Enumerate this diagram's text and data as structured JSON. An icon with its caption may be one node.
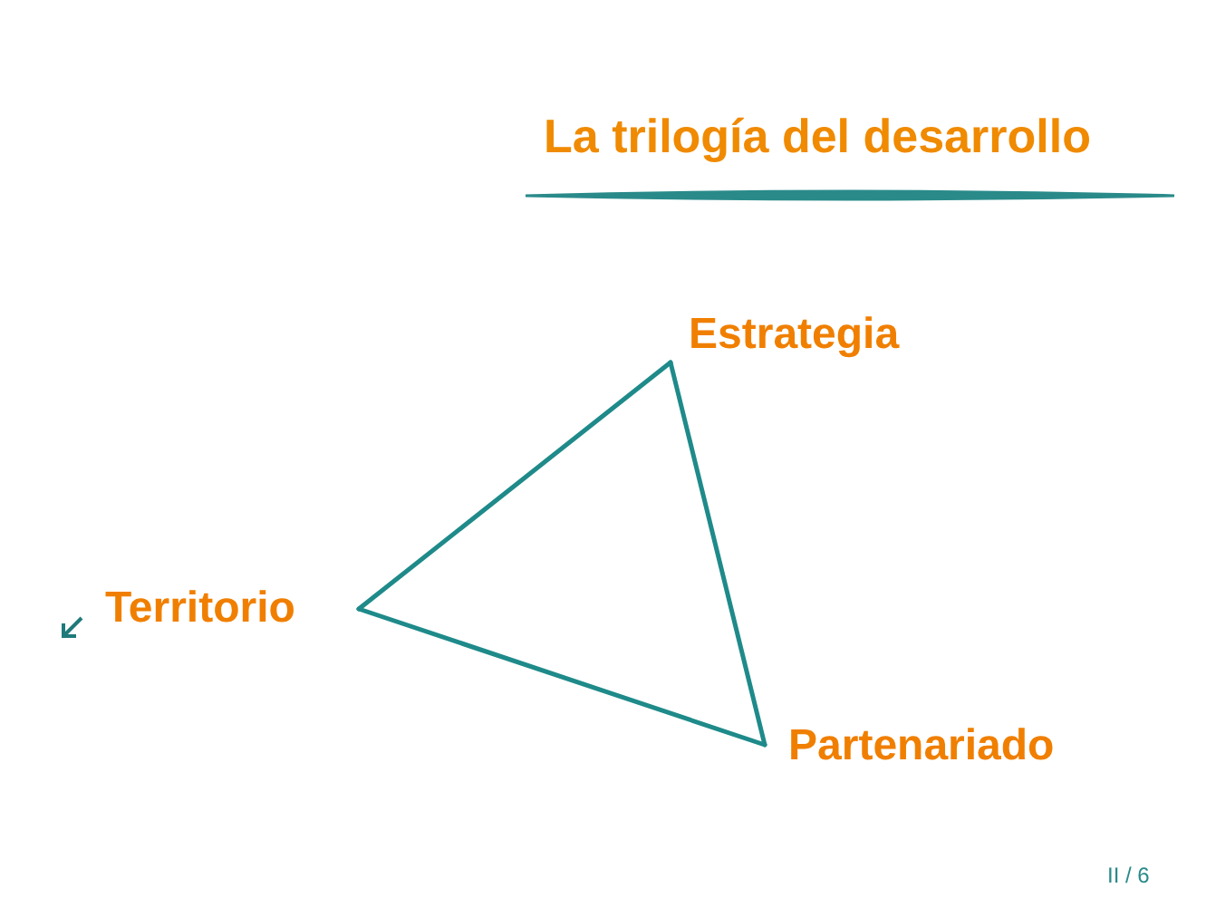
{
  "diagram": {
    "title": "La trilogía del desarrollo",
    "nodes": [
      {
        "text": [
          "Estrategia"
        ]
      },
      {
        "text": [
          "Territorio"
        ]
      },
      {
        "text": [
          "Partenariado"
        ]
      }
    ],
    "edges": [
      {
        "from": 0,
        "to": 2,
        "arrow": "none"
      },
      {
        "from": 2,
        "to": 1,
        "arrow": "none"
      },
      {
        "from": 1,
        "to": 0,
        "arrow": "none"
      }
    ],
    "labels": [
      "II / 6"
    ]
  }
}
